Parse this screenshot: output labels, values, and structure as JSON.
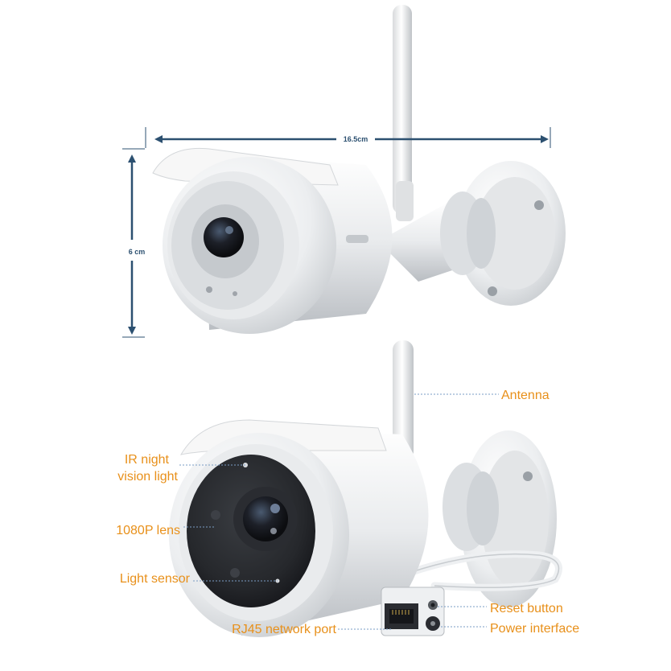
{
  "colors": {
    "callout_text": "#e8901a",
    "callout_line": "#7a9cc4",
    "dimension": "#2c5070",
    "camera_body": "#f2f2f2",
    "camera_shade": "#c9cdd1",
    "lens_dark": "#1c1e22",
    "background": "#ffffff"
  },
  "dimensions": {
    "width_label": "16.5cm",
    "height_label": "6 cm"
  },
  "callouts": {
    "antenna": "Antenna",
    "ir_night_line1": "IR night",
    "ir_night_line2": "vision light",
    "lens": "1080P lens",
    "light_sensor": "Light sensor",
    "reset_button": "Reset button",
    "rj45": "RJ45 network port",
    "power": "Power interface"
  }
}
